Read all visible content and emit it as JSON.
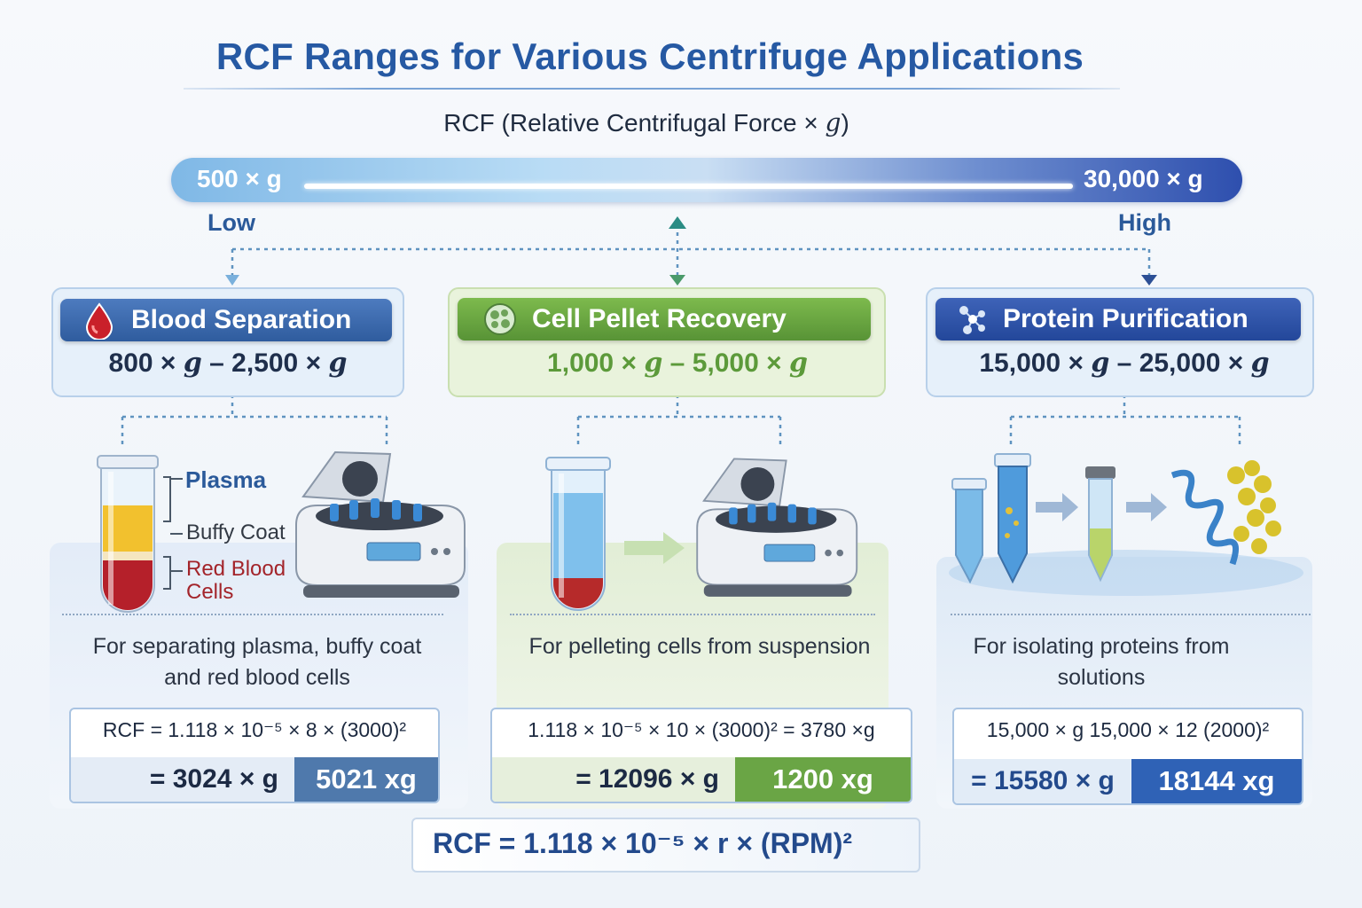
{
  "title": "RCF Ranges for Various Centrifuge Applications",
  "axis_title": {
    "prefix": "RCF (Relative Centrifugal Force × ",
    "g": "g",
    "suffix": ")"
  },
  "scale": {
    "min_label": "500 × g",
    "max_label": "30,000 × g",
    "low": "Low",
    "high": "High"
  },
  "applications": [
    {
      "name": "Blood Separation",
      "icon": "blood-drop-icon",
      "range": {
        "from": "800 ×",
        "to": "2,500 ×",
        "g": "g",
        "sep": "–"
      },
      "layers": [
        "Plasma",
        "Buffy Coat",
        "Red Blood",
        "Cells"
      ],
      "description": [
        "For separating plasma, buffy coat",
        "and red blood cells"
      ],
      "formula": "RCF = 1.118 × 10⁻⁵ × 8 × (3000)²",
      "result": "= 3024 × g",
      "highlight": "5021 xg",
      "color": "#3d6aa8"
    },
    {
      "name": "Cell Pellet Recovery",
      "icon": "cell-icon",
      "range": {
        "from": "1,000 ×",
        "to": "5,000 ×",
        "g": "g",
        "sep": "–"
      },
      "description": [
        "For pelleting cells from suspension"
      ],
      "formula": "1.118 × 10⁻⁵ × 10 × (3000)² = 3780 ×g",
      "result": "= 12096 × g",
      "highlight": "1200 xg",
      "color": "#6aa545"
    },
    {
      "name": "Protein Purification",
      "icon": "molecule-icon",
      "range": {
        "from": "15,000 ×",
        "to": "25,000 ×",
        "g": "g",
        "sep": "–"
      },
      "description": [
        "For isolating proteins from",
        "solutions"
      ],
      "formula": "15,000 × g 15,000 × 12 (2000)²",
      "result": "= 15580 × g",
      "highlight": "18144 xg",
      "color": "#2f55a8"
    }
  ],
  "main_formula": "RCF = 1.118 × 10⁻⁵ × r × (RPM)²",
  "colors": {
    "title": "#2659a3",
    "blue": "#3d6aa8",
    "green": "#6aa545",
    "navy": "#2f55a8"
  }
}
